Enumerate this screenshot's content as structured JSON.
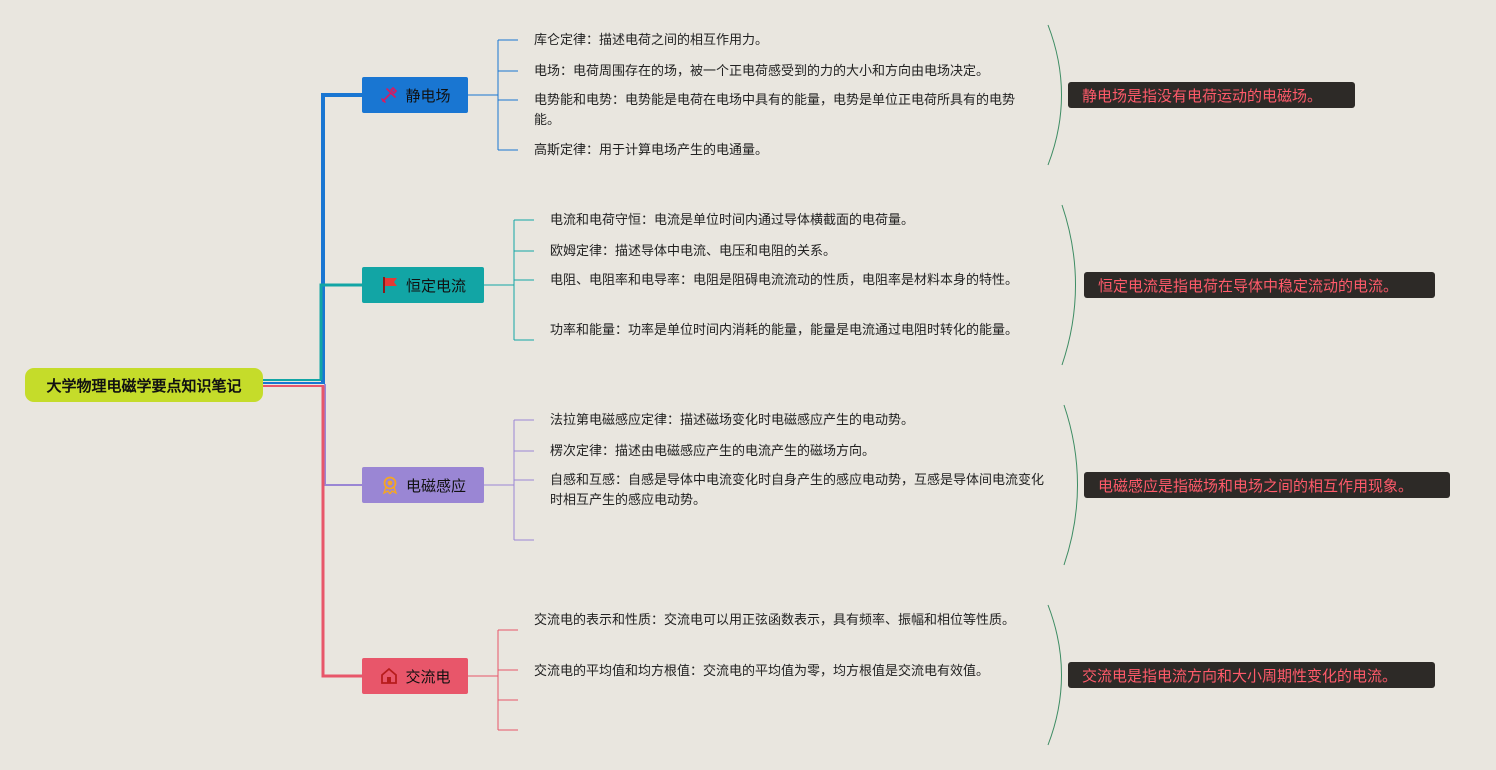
{
  "root": {
    "title": "大学物理电磁学要点知识笔记"
  },
  "colors": {
    "root": "#c5dc2a",
    "branch1": "#1976d2",
    "branch2": "#12a5a5",
    "branch3": "#9a86d4",
    "branch4": "#e8566a",
    "summary_bg": "#2d2a27",
    "summary_text": "#ff5a6a",
    "background": "#e9e6df"
  },
  "branches": [
    {
      "label": "静电场",
      "icon": "tools-icon",
      "leaves": [
        "库仑定律：描述电荷之间的相互作用力。",
        "电场：电荷周围存在的场，被一个正电荷感受到的力的大小和方向由电场决定。",
        "电势能和电势：电势能是电荷在电场中具有的能量，电势是单位正电荷所具有的电势能。",
        "高斯定律：用于计算电场产生的电通量。"
      ],
      "summary": "静电场是指没有电荷运动的电磁场。"
    },
    {
      "label": "恒定电流",
      "icon": "flag-icon",
      "leaves": [
        "电流和电荷守恒：电流是单位时间内通过导体横截面的电荷量。",
        "欧姆定律：描述导体中电流、电压和电阻的关系。",
        "电阻、电阻率和电导率：电阻是阻碍电流流动的性质，电阻率是材料本身的特性。",
        "功率和能量：功率是单位时间内消耗的能量，能量是电流通过电阻时转化的能量。"
      ],
      "summary": "恒定电流是指电荷在导体中稳定流动的电流。"
    },
    {
      "label": "电磁感应",
      "icon": "award-icon",
      "leaves": [
        "法拉第电磁感应定律：描述磁场变化时电磁感应产生的电动势。",
        "楞次定律：描述由电磁感应产生的电流产生的磁场方向。",
        "自感和互感：自感是导体中电流变化时自身产生的感应电动势，互感是导体间电流变化时相互产生的感应电动势。",
        ""
      ],
      "summary": "电磁感应是指磁场和电场之间的相互作用现象。"
    },
    {
      "label": "交流电",
      "icon": "house-icon",
      "leaves": [
        "交流电的表示和性质：交流电可以用正弦函数表示，具有频率、振幅和相位等性质。",
        "交流电的平均值和均方根值：交流电的平均值为零，均方根值是交流电有效值。",
        "",
        ""
      ],
      "summary": "交流电是指电流方向和大小周期性变化的电流。"
    }
  ]
}
